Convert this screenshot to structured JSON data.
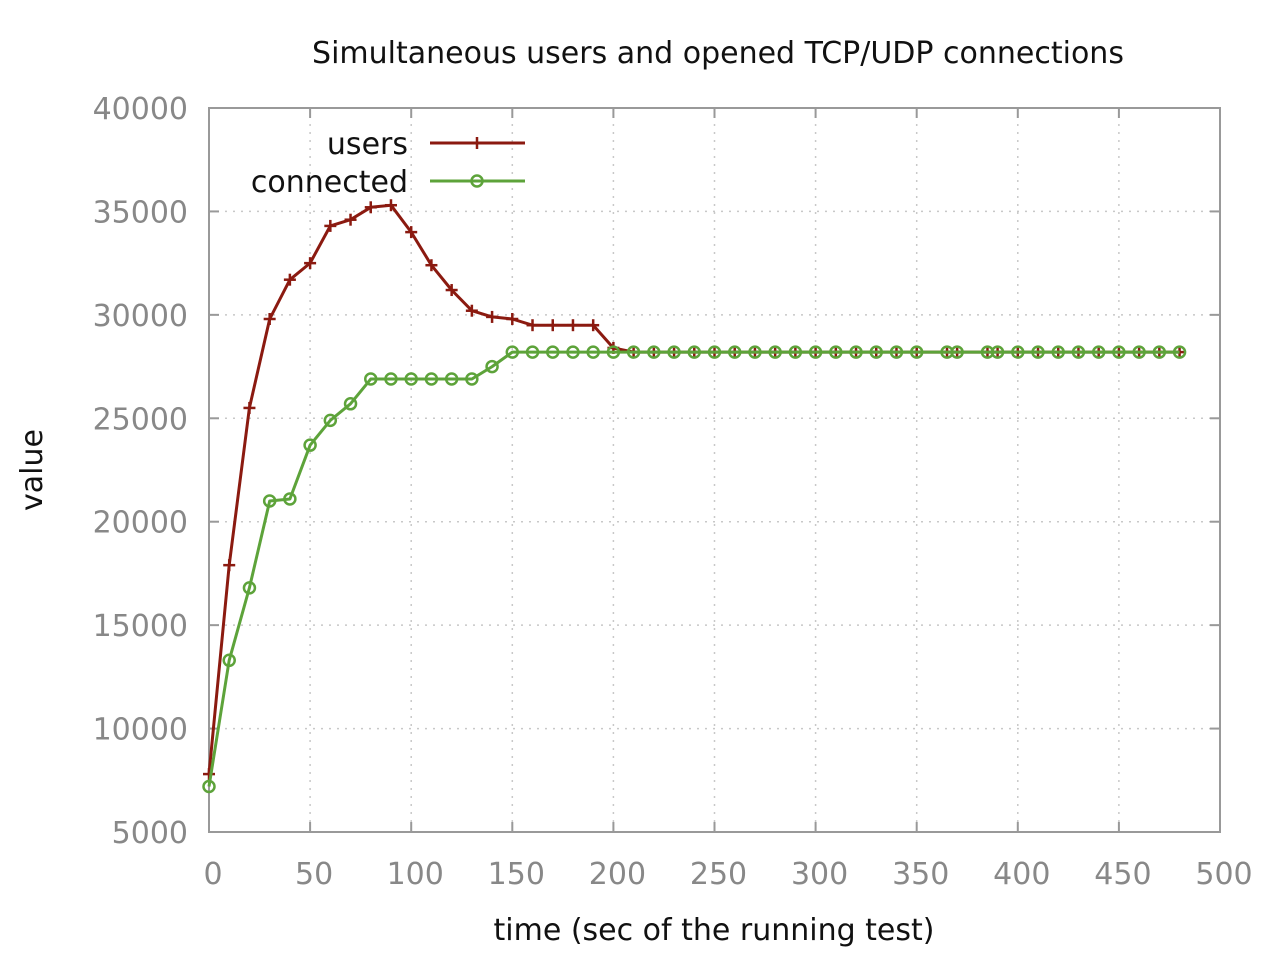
{
  "chart_data": {
    "type": "line",
    "title": "Simultaneous users and opened TCP/UDP connections",
    "xlabel": "time (sec of the running test)",
    "ylabel": "value",
    "xlim": [
      0,
      500
    ],
    "ylim": [
      5000,
      40000
    ],
    "xticks": [
      0,
      50,
      100,
      150,
      200,
      250,
      300,
      350,
      400,
      450,
      500
    ],
    "yticks": [
      5000,
      10000,
      15000,
      20000,
      25000,
      30000,
      35000,
      40000
    ],
    "grid": true,
    "legend_position": "top-left",
    "series": [
      {
        "name": "users",
        "color": "#8b1a10",
        "marker": "plus",
        "x": [
          0,
          10,
          20,
          30,
          40,
          50,
          60,
          70,
          80,
          90,
          100,
          110,
          120,
          130,
          140,
          150,
          160,
          170,
          180,
          190,
          200,
          210,
          220,
          230,
          240,
          250,
          260,
          270,
          280,
          290,
          300,
          310,
          320,
          330,
          340,
          350,
          365,
          370,
          385,
          390,
          400,
          410,
          420,
          430,
          440,
          450,
          460,
          470,
          480
        ],
        "y": [
          7800,
          17900,
          25500,
          29800,
          31700,
          32500,
          34300,
          34600,
          35200,
          35300,
          34000,
          32400,
          31200,
          30200,
          29900,
          29800,
          29500,
          29500,
          29500,
          29500,
          28400,
          28200,
          28200,
          28200,
          28200,
          28200,
          28200,
          28200,
          28200,
          28200,
          28200,
          28200,
          28200,
          28200,
          28200,
          28200,
          28200,
          28200,
          28200,
          28200,
          28200,
          28200,
          28200,
          28200,
          28200,
          28200,
          28200,
          28200,
          28200
        ]
      },
      {
        "name": "connected",
        "color": "#5da33a",
        "marker": "circle",
        "x": [
          0,
          10,
          20,
          30,
          40,
          50,
          60,
          70,
          80,
          90,
          100,
          110,
          120,
          130,
          140,
          150,
          160,
          170,
          180,
          190,
          200,
          210,
          220,
          230,
          240,
          250,
          260,
          270,
          280,
          290,
          300,
          310,
          320,
          330,
          340,
          350,
          365,
          370,
          385,
          390,
          400,
          410,
          420,
          430,
          440,
          450,
          460,
          470,
          480
        ],
        "y": [
          7200,
          13300,
          16800,
          21000,
          21100,
          23700,
          24900,
          25700,
          26900,
          26900,
          26900,
          26900,
          26900,
          26900,
          27500,
          28200,
          28200,
          28200,
          28200,
          28200,
          28200,
          28200,
          28200,
          28200,
          28200,
          28200,
          28200,
          28200,
          28200,
          28200,
          28200,
          28200,
          28200,
          28200,
          28200,
          28200,
          28200,
          28200,
          28200,
          28200,
          28200,
          28200,
          28200,
          28200,
          28200,
          28200,
          28200,
          28200,
          28200
        ]
      }
    ]
  }
}
